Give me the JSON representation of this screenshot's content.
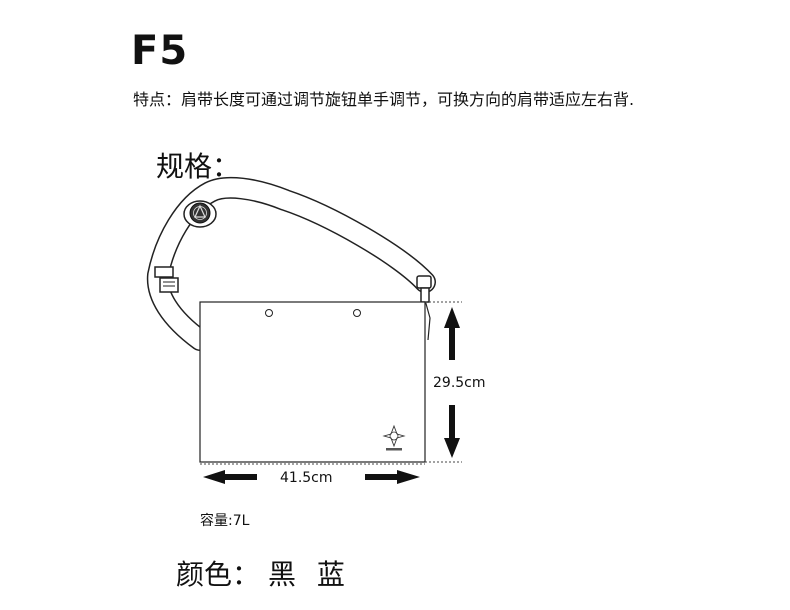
{
  "header": {
    "model": "F5",
    "feature": "特点：肩带长度可通过调节旋钮单手调节，可换方向的肩带适应左右背."
  },
  "spec": {
    "label": "规格：",
    "width": "41.5cm",
    "height": "29.5cm",
    "capacity": "容量:7L"
  },
  "colors": {
    "label": "颜色：",
    "options": "黑 蓝"
  }
}
